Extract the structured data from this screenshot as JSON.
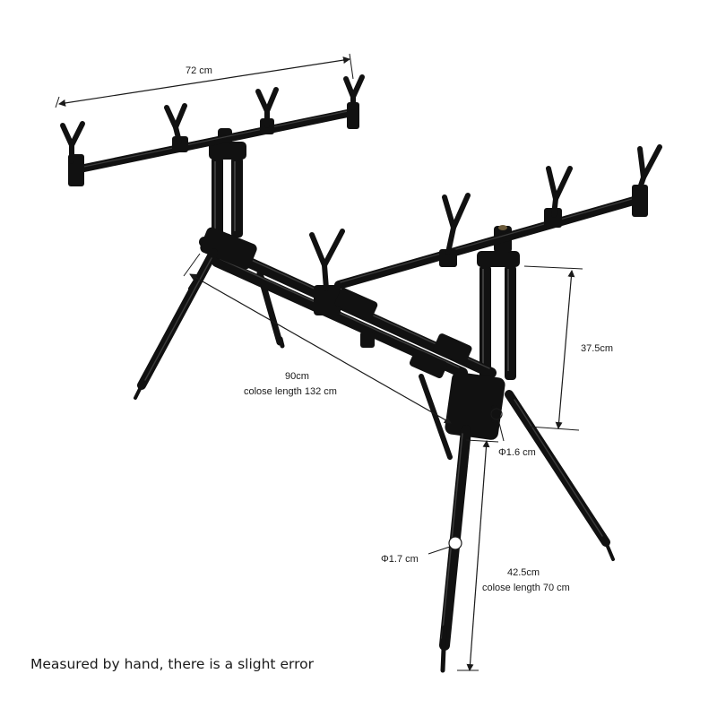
{
  "image": {
    "subject": "rod-pod-product-photo",
    "colors": {
      "background": "#ffffff",
      "metal": "#111111",
      "highlight": "#3a3a3a",
      "dimension_lines": "#1a1a1a"
    }
  },
  "dimensions": {
    "buzz_bar_width": "72 cm",
    "frame_length_open": "90cm",
    "frame_length_closed": "colose length 132 cm",
    "upright_height": "37.5cm",
    "upright_diameter": "Φ1.6 cm",
    "leg_diameter": "Φ1.7 cm",
    "leg_length_open": "42.5cm",
    "leg_length_closed": "colose length 70 cm"
  },
  "footnote": "Measured by hand, there is a slight error"
}
